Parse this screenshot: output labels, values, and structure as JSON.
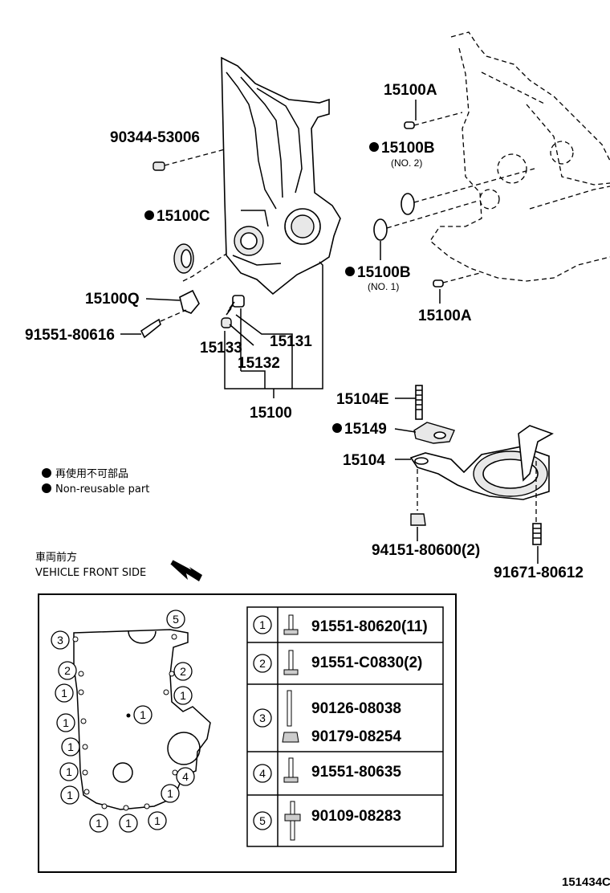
{
  "parts": {
    "p90344": "90344-53006",
    "p15100C": "15100C",
    "p15100Q": "15100Q",
    "p91551_80616": "91551-80616",
    "p15133": "15133",
    "p15132": "15132",
    "p15131": "15131",
    "p15100": "15100",
    "p15100A_top": "15100A",
    "p15100B_no2": "15100B",
    "p15100B_no2_sub": "(NO. 2)",
    "p15100B_no1": "15100B",
    "p15100B_no1_sub": "(NO. 1)",
    "p15100A_bot": "15100A",
    "p15104E": "15104E",
    "p15149": "15149",
    "p15104": "15104",
    "p94151": "94151-80600(2)",
    "p91671": "91671-80612"
  },
  "legend": {
    "jp": "再使用不可部品",
    "en": "Non-reusable part"
  },
  "front": {
    "jp": "車両前方",
    "en": "VEHICLE FRONT SIDE"
  },
  "bolt_markers": {
    "m1": "1",
    "m2": "2",
    "m3": "3",
    "m4": "4",
    "m5": "5"
  },
  "bolt_table": {
    "r1_num": "1",
    "r1_part": "91551-80620(11)",
    "r2_num": "2",
    "r2_part": "91551-C0830(2)",
    "r3_num": "3",
    "r3_part_a": "90126-08038",
    "r3_part_b": "90179-08254",
    "r4_num": "4",
    "r4_part": "91551-80635",
    "r5_num": "5",
    "r5_part": "90109-08283"
  },
  "figure_id": "151434C"
}
